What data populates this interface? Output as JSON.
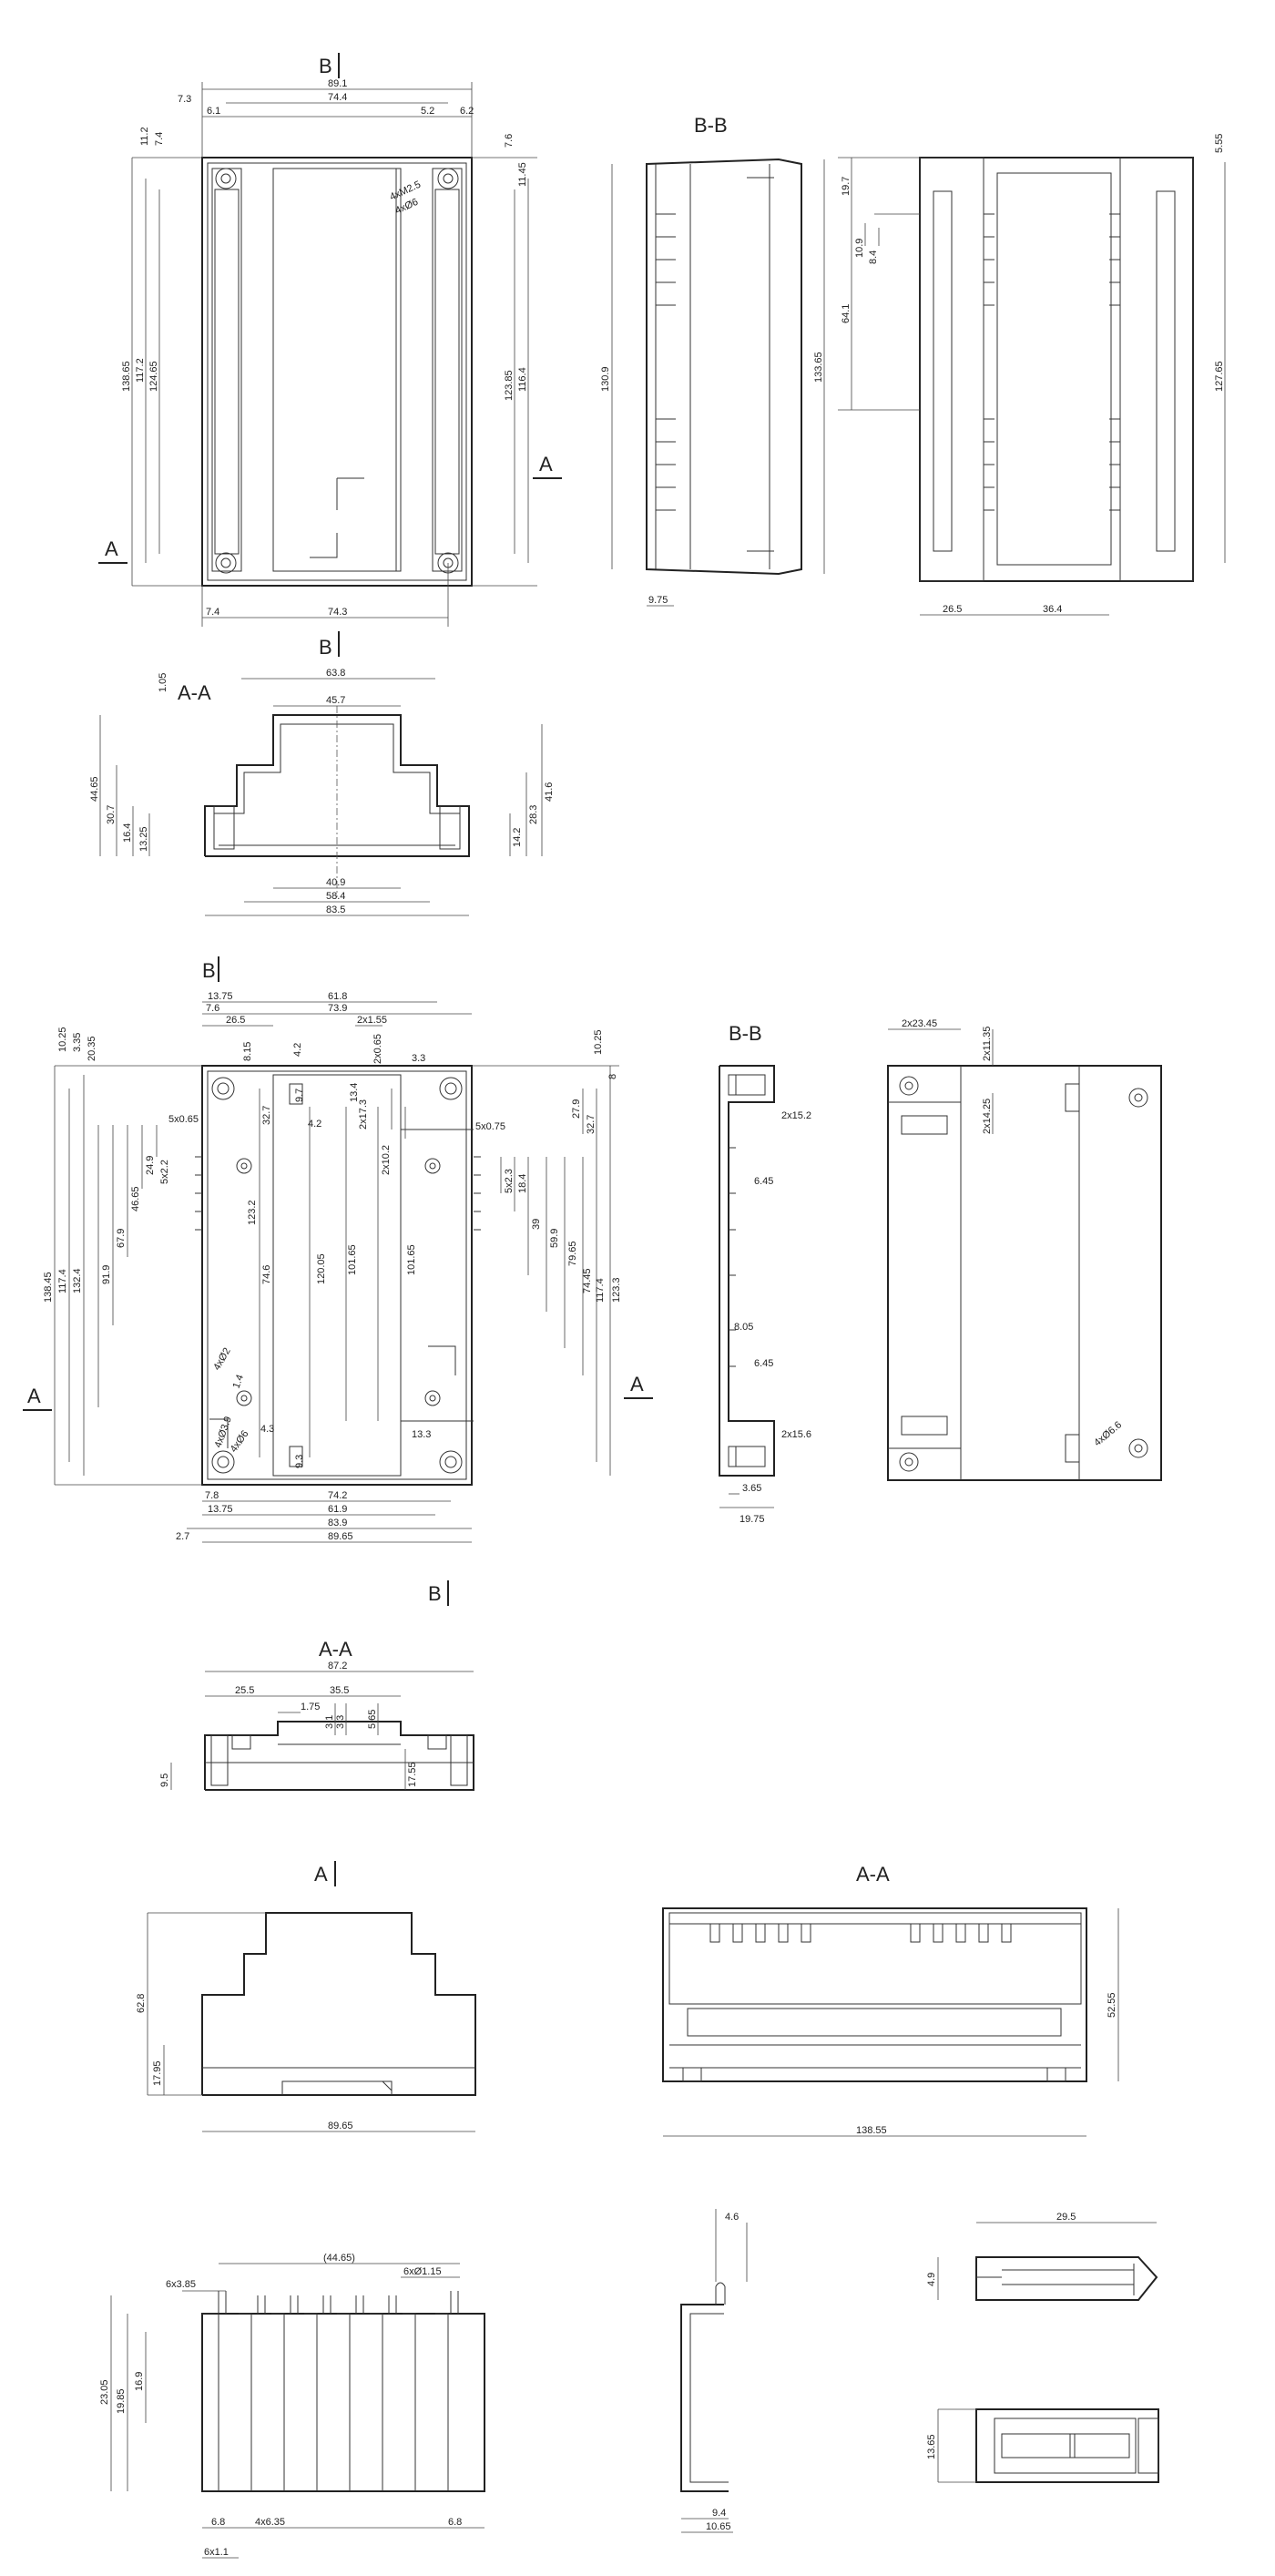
{
  "views": {
    "top1": {
      "section_b_top": "B",
      "section_b_bottom": "B",
      "section_a_left": "A",
      "section_a_right": "A",
      "dims": {
        "w_total": "89.1",
        "w_inner": "74.4",
        "l_73": "7.3",
        "l_61": "6.1",
        "r_52": "5.2",
        "r_62": "6.2",
        "bottom_w": "74.3",
        "bottom_74": "7.4",
        "h_1112": "11.2",
        "h_74": "7.4",
        "h_total": "138.65",
        "h_1172": "117.2",
        "h_12465": "124.65",
        "r_76": "7.6",
        "r_1145": "11.45",
        "r_12385": "123.85",
        "r_1164": "116.4",
        "hole_a": "4xM2.5",
        "hole_b": "4xØ6"
      }
    },
    "bb1": {
      "label": "B-B",
      "dims": {
        "h": "130.9",
        "h2": "133.65",
        "w": "9.75"
      }
    },
    "side1": {
      "dims": {
        "d1": "19.7",
        "d2": "10.9",
        "d3": "8.4",
        "d4": "64.1",
        "h": "127.65",
        "t": "5.55",
        "w1": "26.5",
        "w2": "36.4"
      }
    },
    "aa1": {
      "label": "A-A",
      "dims": {
        "top": "63.8",
        "top2": "45.7",
        "t": "1.05",
        "h1": "44.65",
        "h2": "30.7",
        "h3": "16.4",
        "h4": "13.25",
        "r1": "41.6",
        "r2": "28.3",
        "r3": "14.2",
        "b1": "40.9",
        "b2": "58.4",
        "b3": "83.5"
      }
    },
    "top2": {
      "section_b_top": "B",
      "section_b_bottom": "B",
      "section_a_left": "A",
      "section_a_right": "A",
      "dims": {
        "t1": "13.75",
        "t2": "61.8",
        "t3": "7.6",
        "t4": "73.9",
        "t5": "26.5",
        "t6": "2x1.55",
        "t7": "8.15",
        "t8": "4.2",
        "t9": "2x0.65",
        "t10": "3.3",
        "l1": "10.25",
        "l2": "3.35",
        "l3": "20.35",
        "r1": "10.25",
        "r2": "8",
        "s1": "5x0.65",
        "s2": "24.9",
        "s3": "5x2.2",
        "s4": "46.65",
        "s5": "67.9",
        "s6": "91.9",
        "s7": "32.7",
        "s8": "4.2",
        "s9": "9.7",
        "s10": "13.4",
        "s11": "2x17.3",
        "s12": "2x10.2",
        "s13": "120.05",
        "s14": "101.65",
        "s15": "101.65",
        "s16": "74.6",
        "s17": "123.2",
        "h1": "138.45",
        "h2": "117.4",
        "h3": "132.4",
        "m1": "5x0.75",
        "m2": "5x2.3",
        "m3": "18.4",
        "m4": "39",
        "m5": "59.9",
        "m6": "79.65",
        "m7": "74.45",
        "m8": "117.4",
        "m9": "123.3",
        "m10": "27.9",
        "m11": "32.7",
        "hole1": "4xØ2",
        "hole2": "4xØ3.9",
        "hole3": "4xØ6",
        "hole4": "1.4",
        "b0": "13.3",
        "b1": "9.3",
        "b2": "4.3",
        "bw1": "7.8",
        "bw2": "74.2",
        "bw3": "13.75",
        "bw4": "61.9",
        "bw5": "2.7",
        "bw6": "83.9",
        "bw7": "89.65"
      }
    },
    "bb2": {
      "label": "B-B",
      "dims": {
        "d1": "2x15.2",
        "d2": "6.45",
        "d3": "8.05",
        "d4": "6.45",
        "d5": "2x15.6",
        "d6": "3.65",
        "d7": "19.75"
      }
    },
    "side2": {
      "dims": {
        "d1": "2x23.45",
        "d2": "2x11.35",
        "d3": "2x14.25",
        "d4": "4xØ6.6"
      }
    },
    "aa2": {
      "label": "A-A",
      "dims": {
        "w": "87.2",
        "a": "25.5",
        "b": "35.5",
        "c": "1.75",
        "d": "3.1",
        "e": "3.3",
        "f": "5.65",
        "g": "9.5",
        "h": "17.55"
      }
    },
    "viewA": {
      "label": "A",
      "dims": {
        "h": "62.8",
        "h2": "17.95",
        "w": "89.65"
      }
    },
    "aa3": {
      "label": "A-A",
      "dims": {
        "h": "52.55",
        "w": "138.55"
      }
    },
    "terminal": {
      "dims": {
        "top": "(44.65)",
        "pin": "6x3.85",
        "pin2": "6xØ1.15",
        "h1": "23.05",
        "h2": "19.85",
        "h3": "16.9",
        "b1": "6.8",
        "b2": "4x6.35",
        "b3": "6.8",
        "b4": "6x1.1"
      }
    },
    "clip": {
      "dims": {
        "t": "4.6",
        "b1": "9.4",
        "b2": "10.65"
      }
    },
    "latch": {
      "dims": {
        "w": "29.5",
        "h": "4.9",
        "h2": "13.65"
      }
    }
  }
}
